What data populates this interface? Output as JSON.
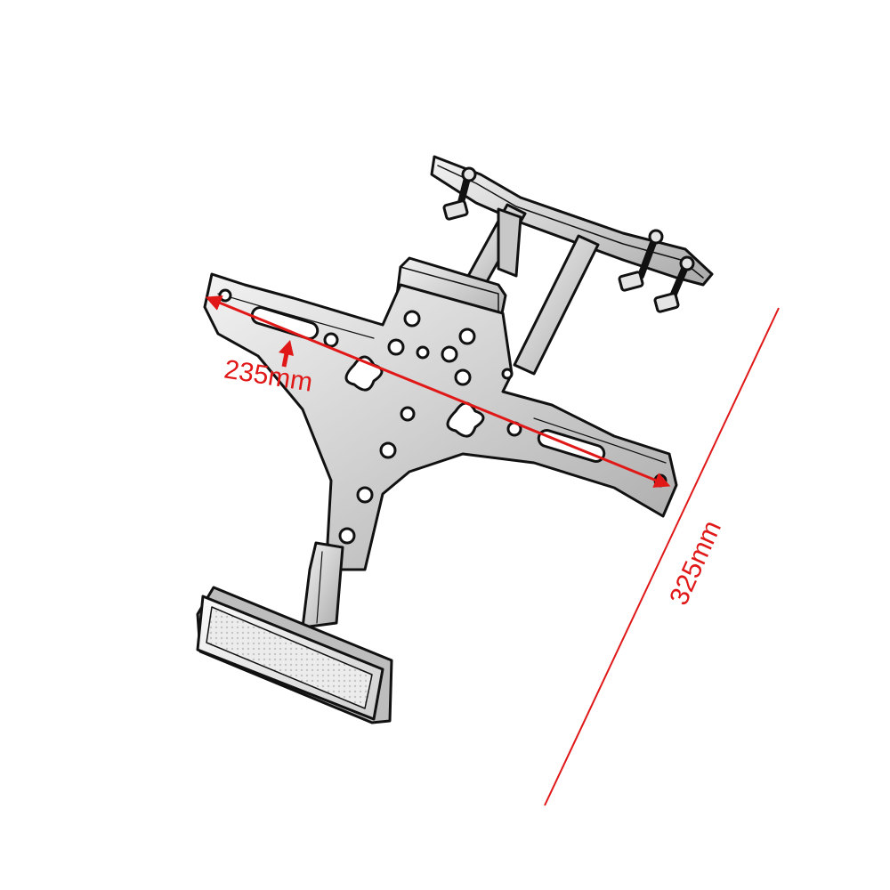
{
  "figure": {
    "subject": "license-plate-bracket",
    "colors": {
      "dimension": "#e01818",
      "outline": "#111111",
      "metal": "#d6d6d6",
      "reflector": "#e8e8e8"
    }
  },
  "dimensions": {
    "width_label": "235mm",
    "length_label": "325mm"
  }
}
